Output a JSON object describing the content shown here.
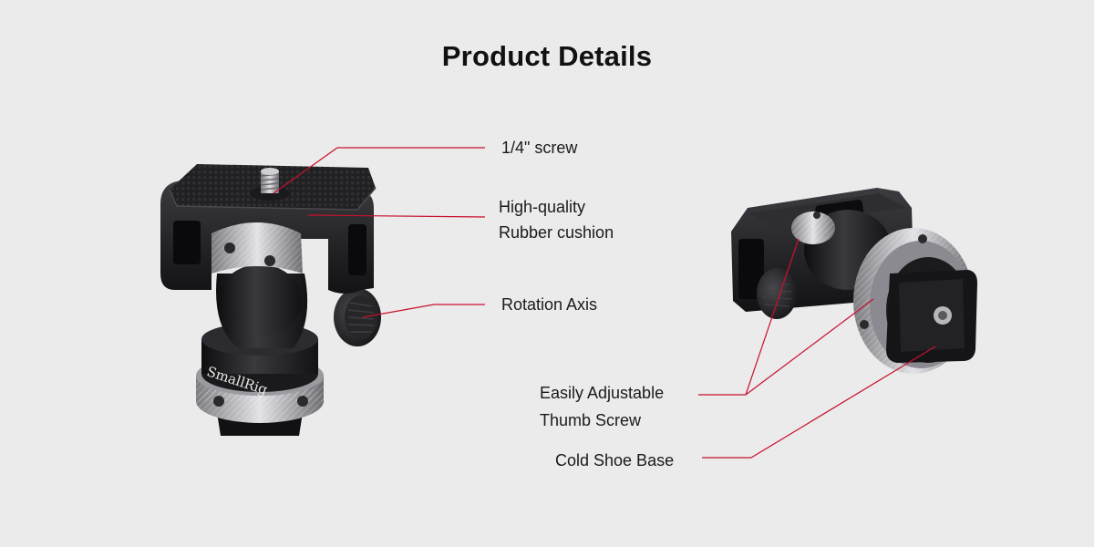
{
  "header": {
    "title": "Product Details"
  },
  "callouts": {
    "screw": "1/4\" screw",
    "cushion_line1": "High-quality",
    "cushion_line2": "Rubber cushion",
    "rotation": "Rotation Axis",
    "thumb_line1": "Easily Adjustable",
    "thumb_line2": "Thumb Screw",
    "coldshoe": "Cold Shoe Base"
  },
  "product": {
    "brand_text": "SmallRig"
  },
  "colors": {
    "leader_line": "#c8102e",
    "background": "#ebebeb",
    "metal_dark": "#1f1f21",
    "knurl_silver": "#b8b8bc"
  }
}
